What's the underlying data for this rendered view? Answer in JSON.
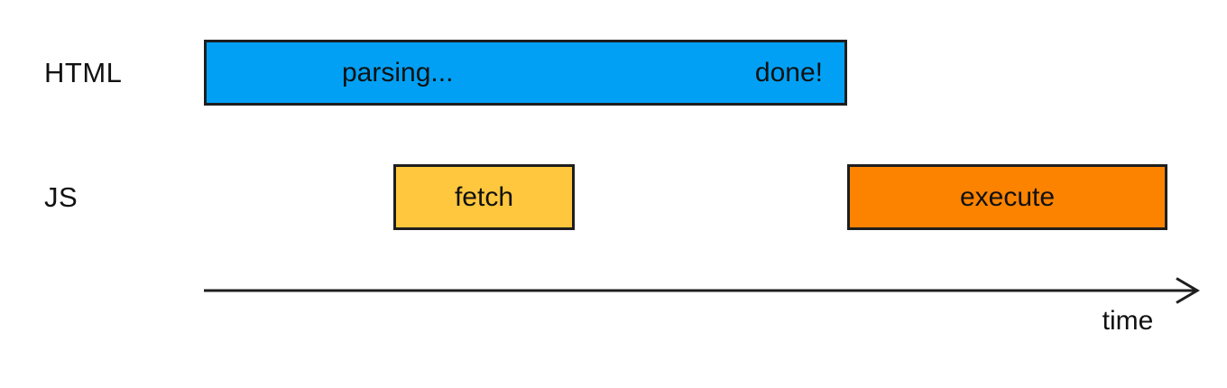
{
  "rows": {
    "html": {
      "label": "HTML",
      "bar": {
        "left_text": "parsing...",
        "right_text": "done!",
        "color": "#01A0F4"
      }
    },
    "js": {
      "label": "JS",
      "fetch_bar": {
        "text": "fetch",
        "color": "#FFC73D"
      },
      "execute_bar": {
        "text": "execute",
        "color": "#FB8300"
      }
    }
  },
  "axis": {
    "label": "time"
  },
  "colors": {
    "background": "#FFFFFF",
    "bar_border": "#1E1E1E",
    "axis_line": "#1E1E1E",
    "text": "#111111"
  }
}
